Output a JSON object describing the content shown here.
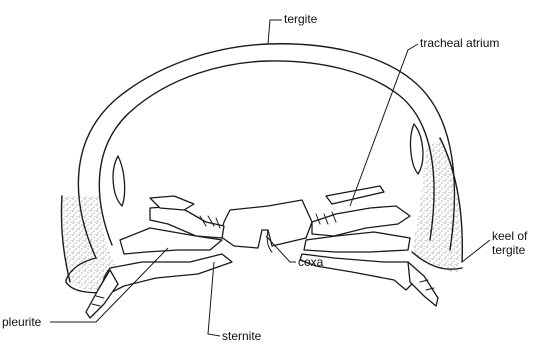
{
  "labels": {
    "tergite": "tergite",
    "tracheal_atrium": "tracheal atrium",
    "keel_of_tergite_line1": "keel of",
    "keel_of_tergite_line2": "tergite",
    "coxa": "coxa",
    "pleurite": "pleurite",
    "sternite": "sternite"
  }
}
